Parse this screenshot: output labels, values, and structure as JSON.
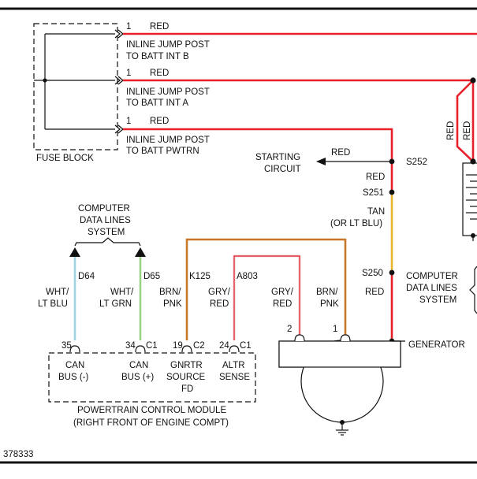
{
  "diagram_id": "378333",
  "colors": {
    "red": "#e8202a",
    "tan": "#e8b42a",
    "brown": "#c8782a",
    "pink": "#e6a0a6",
    "blue": "#9fd3e0",
    "green": "#9ad28a",
    "black": "#111111"
  },
  "fuse_block": {
    "label": "FUSE BLOCK",
    "circuits": [
      {
        "pin": "1",
        "wire": "RED",
        "line1": "INLINE JUMP POST",
        "line2": "TO BATT INT B"
      },
      {
        "pin": "1",
        "wire": "RED",
        "line1": "INLINE JUMP POST",
        "line2": "TO BATT INT A"
      },
      {
        "pin": "1",
        "wire": "RED",
        "line1": "INLINE JUMP POST",
        "line2": "TO BATT PWTRN"
      }
    ]
  },
  "battery_wires": {
    "left": "RED",
    "right": "RED"
  },
  "starting": {
    "line1": "STARTING",
    "line2": "CIRCUIT",
    "wire": "RED"
  },
  "splices": {
    "s252": "S252",
    "s251": "S251",
    "s250": "S250",
    "wire_s252_s251": "RED",
    "wire_tan1": "TAN",
    "wire_tan2": "(OR LT BLU)",
    "wire_s250_gen": "RED"
  },
  "cdl_left": {
    "line1": "COMPUTER",
    "line2": "DATA LINES",
    "line3": "SYSTEM"
  },
  "cdl_right": {
    "line1": "COMPUTER",
    "line2": "DATA LINES",
    "line3": "SYSTEM"
  },
  "wires": {
    "d64": {
      "circuit": "D64",
      "color1": "WHT/",
      "color2": "LT BLU"
    },
    "d65": {
      "circuit": "D65",
      "color1": "WHT/",
      "color2": "LT GRN"
    },
    "k125": {
      "circuit": "K125",
      "color1": "BRN/",
      "color2": "PNK"
    },
    "a803": {
      "circuit": "A803",
      "color1": "GRY/",
      "color2": "RED"
    },
    "gen_gry": {
      "color1": "GRY/",
      "color2": "RED"
    },
    "gen_brn": {
      "color1": "BRN/",
      "color2": "PNK"
    }
  },
  "pcm": {
    "label1": "POWERTRAIN CONTROL MODULE",
    "label2": "(RIGHT FRONT OF ENGINE COMPT)",
    "pins": [
      {
        "pin": "35",
        "connector": "",
        "line1": "CAN",
        "line2": "BUS (-)",
        "line3": ""
      },
      {
        "pin": "34",
        "connector": "C1",
        "line1": "CAN",
        "line2": "BUS (+)",
        "line3": ""
      },
      {
        "pin": "19",
        "connector": "C2",
        "line1": "GNRTR",
        "line2": "SOURCE",
        "line3": "FD"
      },
      {
        "pin": "24",
        "connector": "C1",
        "line1": "ALTR",
        "line2": "SENSE",
        "line3": ""
      }
    ]
  },
  "generator": {
    "label": "GENERATOR",
    "pin_left": "2",
    "pin_right": "1"
  }
}
